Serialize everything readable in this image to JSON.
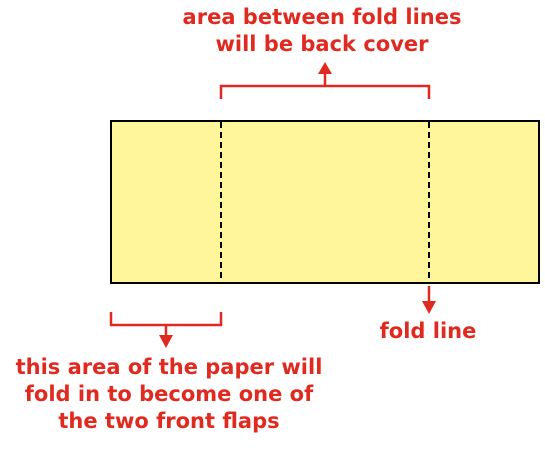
{
  "colors": {
    "paper_fill": "#fff69b",
    "paper_outline": "#000000",
    "annotation": "#e02a20"
  },
  "labels": {
    "top": [
      "area between fold lines",
      "will be back cover"
    ],
    "fold_line": "fold line",
    "bottom": [
      "this area of the paper will",
      "fold in to become one of",
      "the two front flaps"
    ]
  }
}
